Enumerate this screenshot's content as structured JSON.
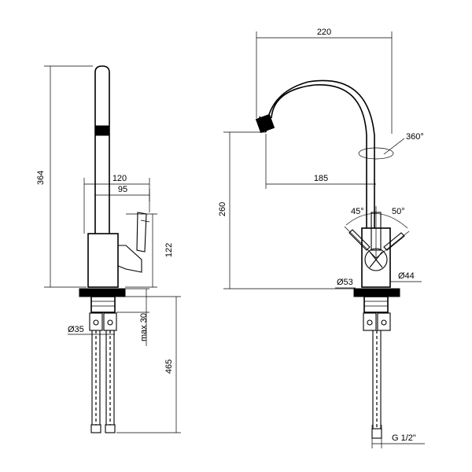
{
  "side_view": {
    "dim_total_height": "364",
    "dim_handle_reach": "120",
    "dim_body_offset": "95",
    "dim_body_height": "122",
    "dim_hose_connector": "Ø35",
    "dim_counter_thickness": "max 30",
    "dim_hose_length": "465"
  },
  "front_view": {
    "dim_overall_width": "220",
    "dim_rotation": "360°",
    "dim_spout_reach": "185",
    "dim_spout_height": "260",
    "dim_handle_left_angle": "45°",
    "dim_handle_right_angle": "50°",
    "dim_base_diameter": "Ø53",
    "dim_body_diameter": "Ø44",
    "dim_thread": "G 1/2\""
  }
}
